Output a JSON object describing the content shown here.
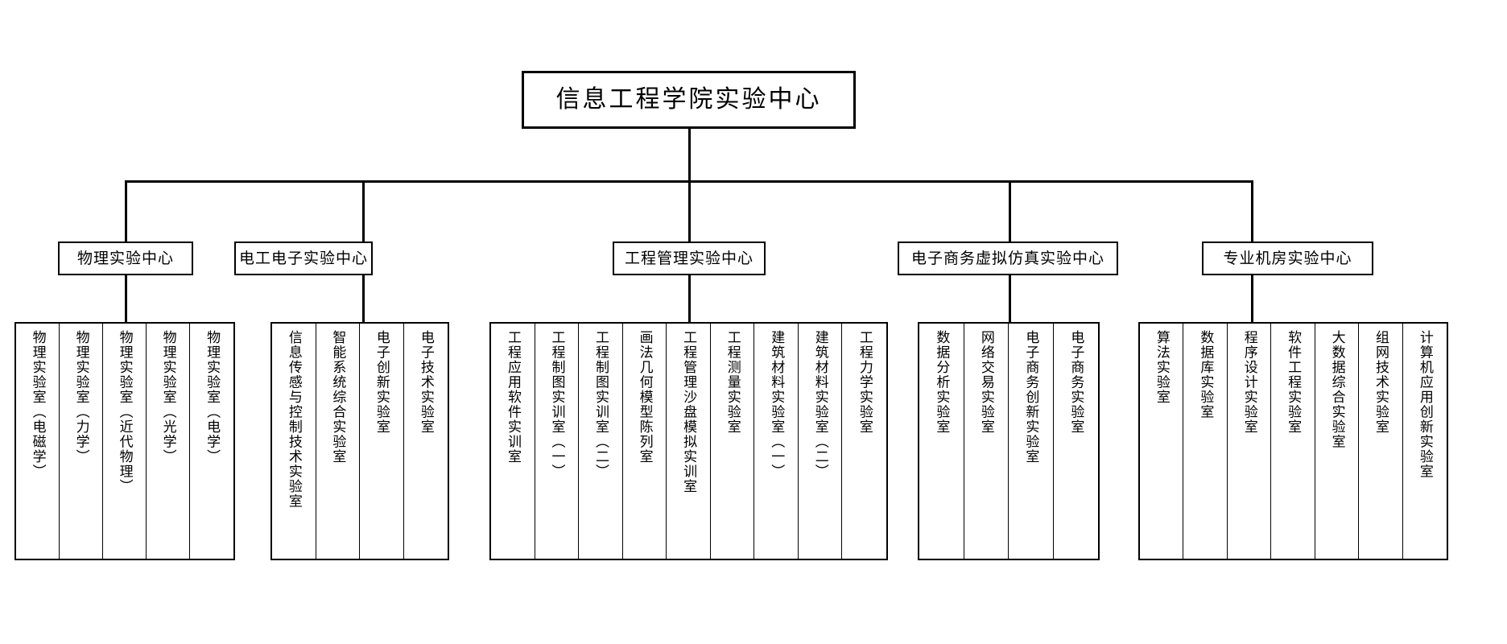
{
  "diagram": {
    "title": "信息工程学院实验中心",
    "root": {
      "label": "信息工程学院实验中心"
    },
    "centers": [
      {
        "label": "物理实验中心",
        "labs": [
          "物理实验室（电磁学）",
          "物理实验室（力学）",
          "物理实验室（近代物理）",
          "物理实验室（光学）",
          "物理实验室（电学）"
        ]
      },
      {
        "label": "电工电子实验中心",
        "labs": [
          "信息传感与控制技术实验室",
          "智能系统综合实验室",
          "电子创新实验室",
          "电子技术实验室"
        ]
      },
      {
        "label": "工程管理实验中心",
        "labs": [
          "工程应用软件实训室",
          "工程制图实训室（一）",
          "工程制图实训室（二）",
          "画法几何模型陈列室",
          "工程管理沙盘模拟实训室",
          "工程测量实验室",
          "建筑材料实验室（一）",
          "建筑材料实验室（二）",
          "工程力学实验室"
        ]
      },
      {
        "label": "电子商务虚拟仿真实验中心",
        "labs": [
          "数据分析实验室",
          "网络交易实验室",
          "电子商务创新实验室",
          "电子商务实验室"
        ]
      },
      {
        "label": "专业机房实验中心",
        "labs": [
          "算法实验室",
          "数据库实验室",
          "程序设计实验室",
          "软件工程实验室",
          "大数据综合实验室",
          "组网技术实验室",
          "计算机应用创新实验室"
        ]
      }
    ],
    "colors": {
      "line": "#000000",
      "box_border": "#000000",
      "background": "#ffffff",
      "text": "#000000"
    }
  }
}
